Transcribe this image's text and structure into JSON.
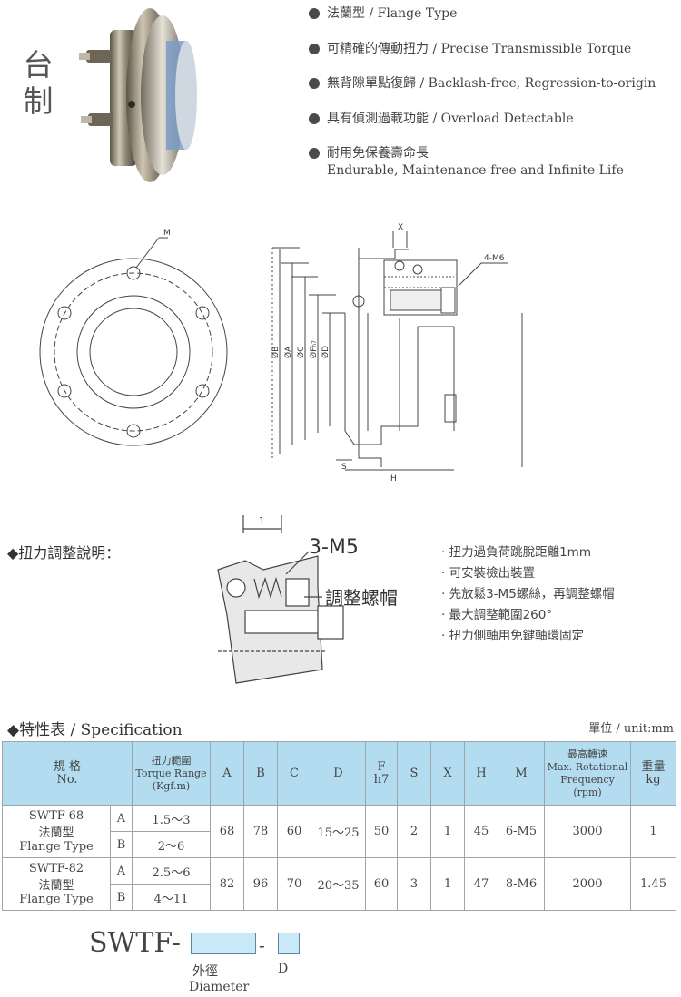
{
  "side_title": [
    "台",
    "制"
  ],
  "features": [
    {
      "text": "法蘭型 / Flange Type"
    },
    {
      "text": "可精確的傳動扭力 / Precise Transmissible  Torque"
    },
    {
      "text": "無背隙單點復歸 / Backlash-free, Regression-to-origin"
    },
    {
      "text": "具有偵測過載功能 / Overload Detectable"
    },
    {
      "text": "耐用免保養壽命長",
      "text2": "Endurable, Maintenance-free and Infinite Life"
    }
  ],
  "drawing_labels": {
    "m": "M",
    "x": "X",
    "four_m6": "4-M6",
    "ob": "ØB",
    "oa": "ØA",
    "oc": "ØC",
    "of": "ØF",
    "of_sub": "h7",
    "od": "ØD",
    "s": "S",
    "h": "H"
  },
  "torque": {
    "title": "◆扭力調整說明：",
    "fig_dim": "1",
    "fig_screw": "3-M5",
    "fig_nut": "調整螺帽",
    "notes": [
      "· 扭力過負荷跳脫距離1mm",
      "· 可安裝檢出裝置",
      "· 先放鬆3-M5螺絲，再調整螺帽",
      "· 最大調整範圍260°",
      "· 扭力側軸用免鍵軸環固定"
    ]
  },
  "spec": {
    "title": "◆特性表 / Specification",
    "unit": "單位 / unit:mm",
    "headers": {
      "no_1": "規 格",
      "no_2": "No.",
      "torque_1": "扭力範圍",
      "torque_2": "Torque Range",
      "torque_3": "(Kgf.m)",
      "a": "A",
      "b": "B",
      "c": "C",
      "d": "D",
      "f_1": "F",
      "f_2": "h7",
      "s": "S",
      "x": "X",
      "h": "H",
      "m": "M",
      "rpm_1": "最高轉速",
      "rpm_2": "Max. Rotational",
      "rpm_3": "Frequency",
      "rpm_4": "(rpm)",
      "wt_1": "重量",
      "wt_2": "kg"
    },
    "rows": [
      {
        "model_1": "SWTF-68",
        "model_2": "法蘭型",
        "model_3": "Flange Type",
        "grade_a": "A",
        "torque_a": "1.5～3",
        "grade_b": "B",
        "torque_b": "2～6",
        "a": "68",
        "b": "78",
        "c": "60",
        "d": "15～25",
        "f": "50",
        "s": "2",
        "x": "1",
        "h": "45",
        "m": "6-M5",
        "rpm": "3000",
        "wt": "1"
      },
      {
        "model_1": "SWTF-82",
        "model_2": "法蘭型",
        "model_3": "Flange Type",
        "grade_a": "A",
        "torque_a": "2.5～6",
        "grade_b": "B",
        "torque_b": "4～11",
        "a": "82",
        "b": "96",
        "c": "70",
        "d": "20～35",
        "f": "60",
        "s": "3",
        "x": "1",
        "h": "47",
        "m": "8-M6",
        "rpm": "2000",
        "wt": "1.45"
      }
    ]
  },
  "order": {
    "code": "SWTF-",
    "dash": "-",
    "label_zh": "外徑",
    "label_en": "Diameter",
    "label_d": "D"
  }
}
